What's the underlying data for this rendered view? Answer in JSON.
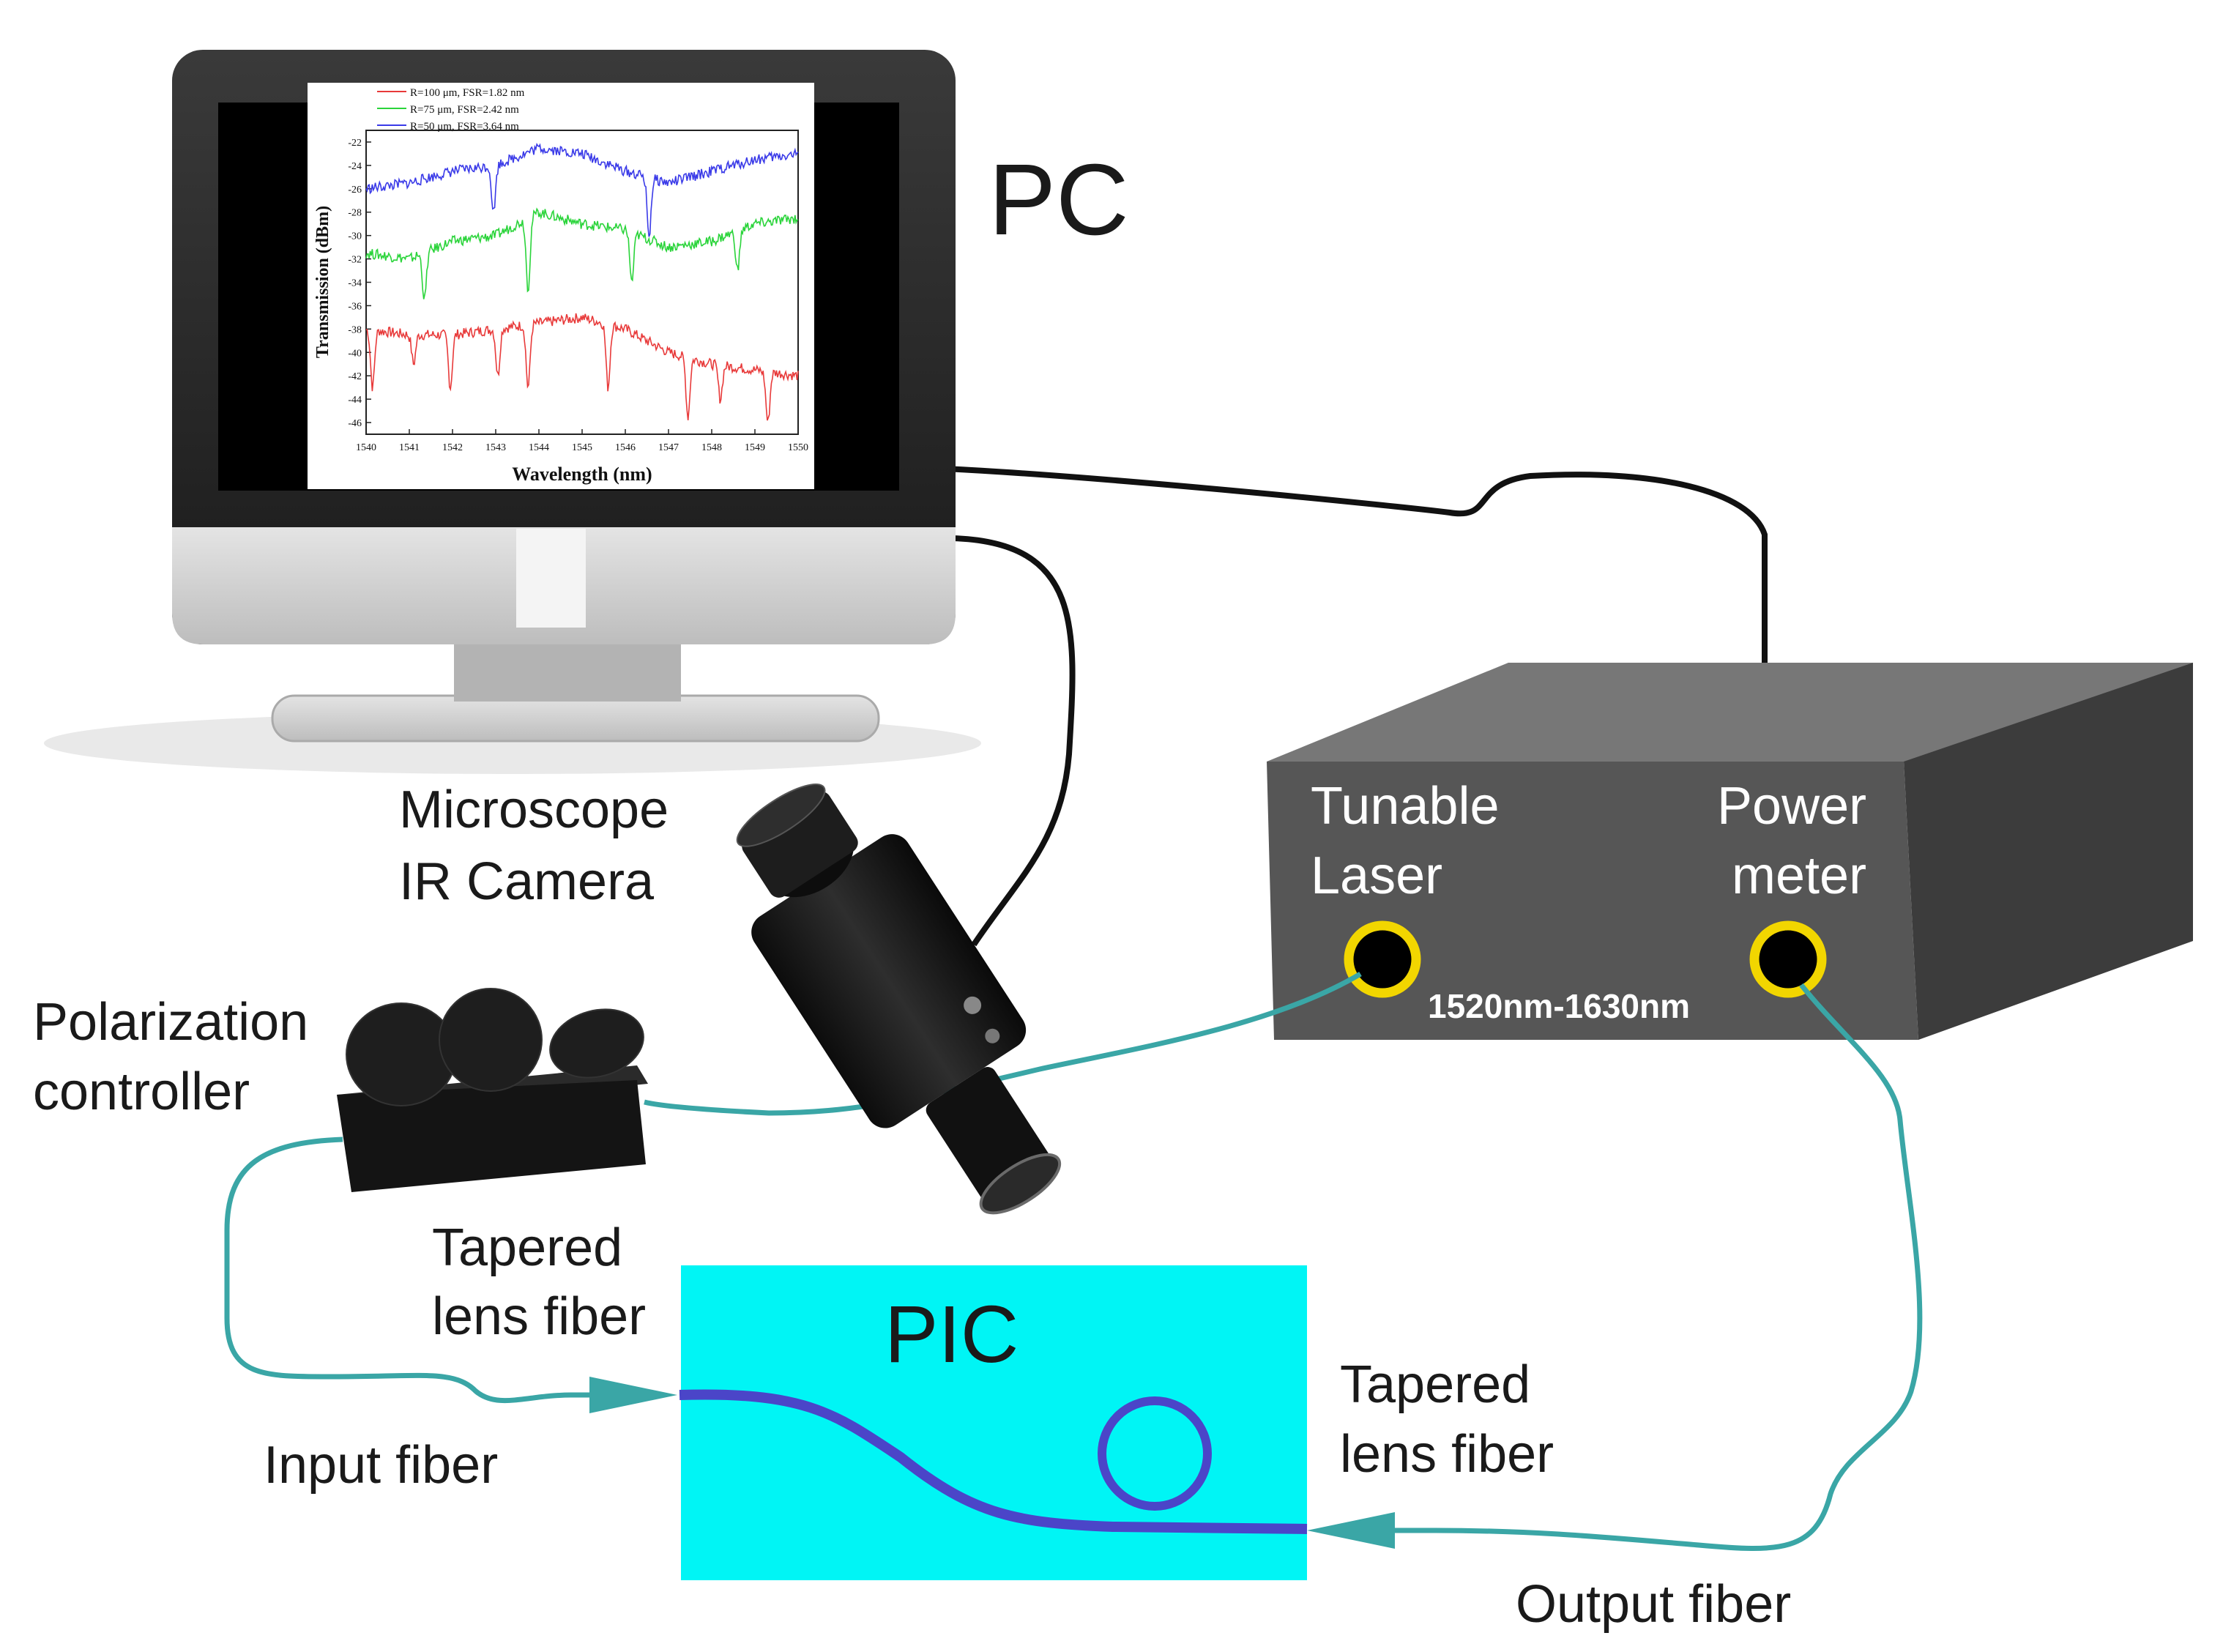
{
  "labels": {
    "pc": "PC",
    "microscope_line1": "Microscope",
    "microscope_line2": "IR Camera",
    "polarization_line1": "Polarization",
    "polarization_line2": "controller",
    "tapered_left_line1": "Tapered",
    "tapered_left_line2": "lens fiber",
    "tapered_right_line1": "Tapered",
    "tapered_right_line2": "lens fiber",
    "pic": "PIC",
    "input_fiber": "Input fiber",
    "output_fiber": "Output fiber",
    "tunable_line1": "Tunable",
    "tunable_line2": "Laser",
    "power_line1": "Power",
    "power_line2": "meter",
    "wavelength_range": "1520nm-1630nm"
  },
  "colors": {
    "fiber": "#3aa6a6",
    "pic_background": "#00f5f5",
    "waveguide": "#4b45c8",
    "box_front": "#585858",
    "box_top": "#7a7a7a",
    "box_side": "#3c3c3c",
    "port_ring": "#f2d600"
  },
  "chart_data": {
    "type": "line",
    "xlabel": "Wavelength (nm)",
    "ylabel": "Transmission (dBm)",
    "xlim": [
      1540,
      1550
    ],
    "ylim": [
      -47,
      -21
    ],
    "x_ticks": [
      "1540",
      "1541",
      "1542",
      "1543",
      "1544",
      "1545",
      "1546",
      "1547",
      "1548",
      "1549",
      "1550"
    ],
    "y_ticks": [
      "-22",
      "-24",
      "-26",
      "-28",
      "-30",
      "-32",
      "-34",
      "-36",
      "-38",
      "-40",
      "-42",
      "-44",
      "-46"
    ],
    "legend_position": "top-left",
    "series": [
      {
        "name": "R=100 μm, FSR=1.82 nm",
        "color": "#e83a3a",
        "baseline": [
          [
            1540,
            -38
          ],
          [
            1541,
            -38.5
          ],
          [
            1542,
            -38.5
          ],
          [
            1543,
            -38
          ],
          [
            1544,
            -37.5
          ],
          [
            1545,
            -37
          ],
          [
            1546,
            -38
          ],
          [
            1547,
            -40
          ],
          [
            1548,
            -41
          ],
          [
            1549,
            -41.5
          ],
          [
            1550,
            -42
          ]
        ],
        "dips": [
          [
            1540.15,
            -43
          ],
          [
            1541.1,
            -41
          ],
          [
            1541.95,
            -43
          ],
          [
            1543.05,
            -42
          ],
          [
            1543.75,
            -43
          ],
          [
            1545.6,
            -43
          ],
          [
            1547.45,
            -45.5
          ],
          [
            1548.2,
            -44
          ],
          [
            1549.3,
            -46
          ]
        ]
      },
      {
        "name": "R=75 μm, FSR=2.42 nm",
        "color": "#2ad43a",
        "baseline": [
          [
            1540,
            -31.5
          ],
          [
            1541,
            -32
          ],
          [
            1542,
            -30.5
          ],
          [
            1543,
            -30
          ],
          [
            1544,
            -28
          ],
          [
            1545,
            -29
          ],
          [
            1546,
            -29.5
          ],
          [
            1547,
            -31
          ],
          [
            1548,
            -30.5
          ],
          [
            1549,
            -29
          ],
          [
            1550,
            -28.5
          ]
        ],
        "dips": [
          [
            1541.35,
            -35.5
          ],
          [
            1543.75,
            -34.5
          ],
          [
            1546.15,
            -34
          ],
          [
            1548.6,
            -33
          ]
        ]
      },
      {
        "name": "R=50 μm, FSR=3.64 nm",
        "color": "#3a3ae8",
        "baseline": [
          [
            1540,
            -26
          ],
          [
            1541,
            -25.5
          ],
          [
            1542,
            -24.5
          ],
          [
            1543,
            -24
          ],
          [
            1544,
            -22.5
          ],
          [
            1545,
            -23
          ],
          [
            1546,
            -24.5
          ],
          [
            1547,
            -25.5
          ],
          [
            1548,
            -24.5
          ],
          [
            1549,
            -23.5
          ],
          [
            1550,
            -23
          ]
        ],
        "dips": [
          [
            1542.95,
            -28
          ],
          [
            1546.55,
            -30
          ]
        ]
      }
    ]
  }
}
